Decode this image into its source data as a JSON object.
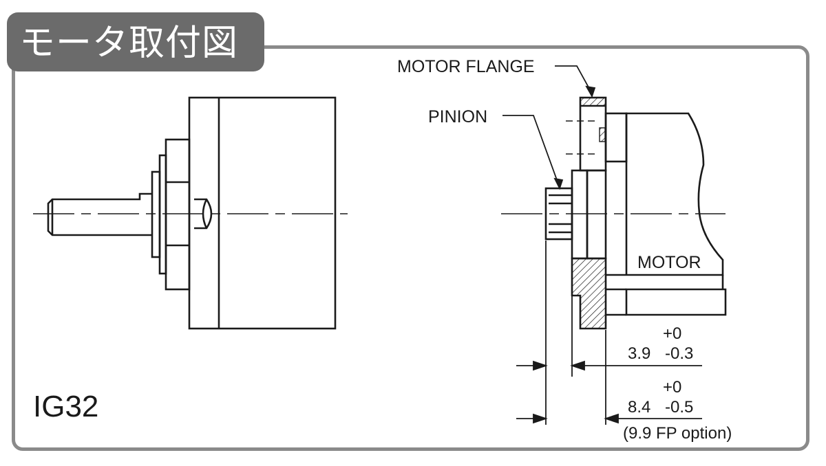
{
  "header": {
    "title": "モータ取付図"
  },
  "model": {
    "name": "IG32"
  },
  "labels": {
    "motor_flange": "MOTOR FLANGE",
    "pinion": "PINION",
    "motor": "MOTOR"
  },
  "dimensions": {
    "dim1": {
      "value": "3.9",
      "tol_upper": "+0",
      "tol_lower": "-0.3"
    },
    "dim2": {
      "value": "8.4",
      "tol_upper": "+0",
      "tol_lower": "-0.5",
      "note": "(9.9 FP option)"
    }
  },
  "colors": {
    "tab": "#6b6b6b",
    "frame": "#8a8a8a",
    "line": "#1a1a1a"
  }
}
